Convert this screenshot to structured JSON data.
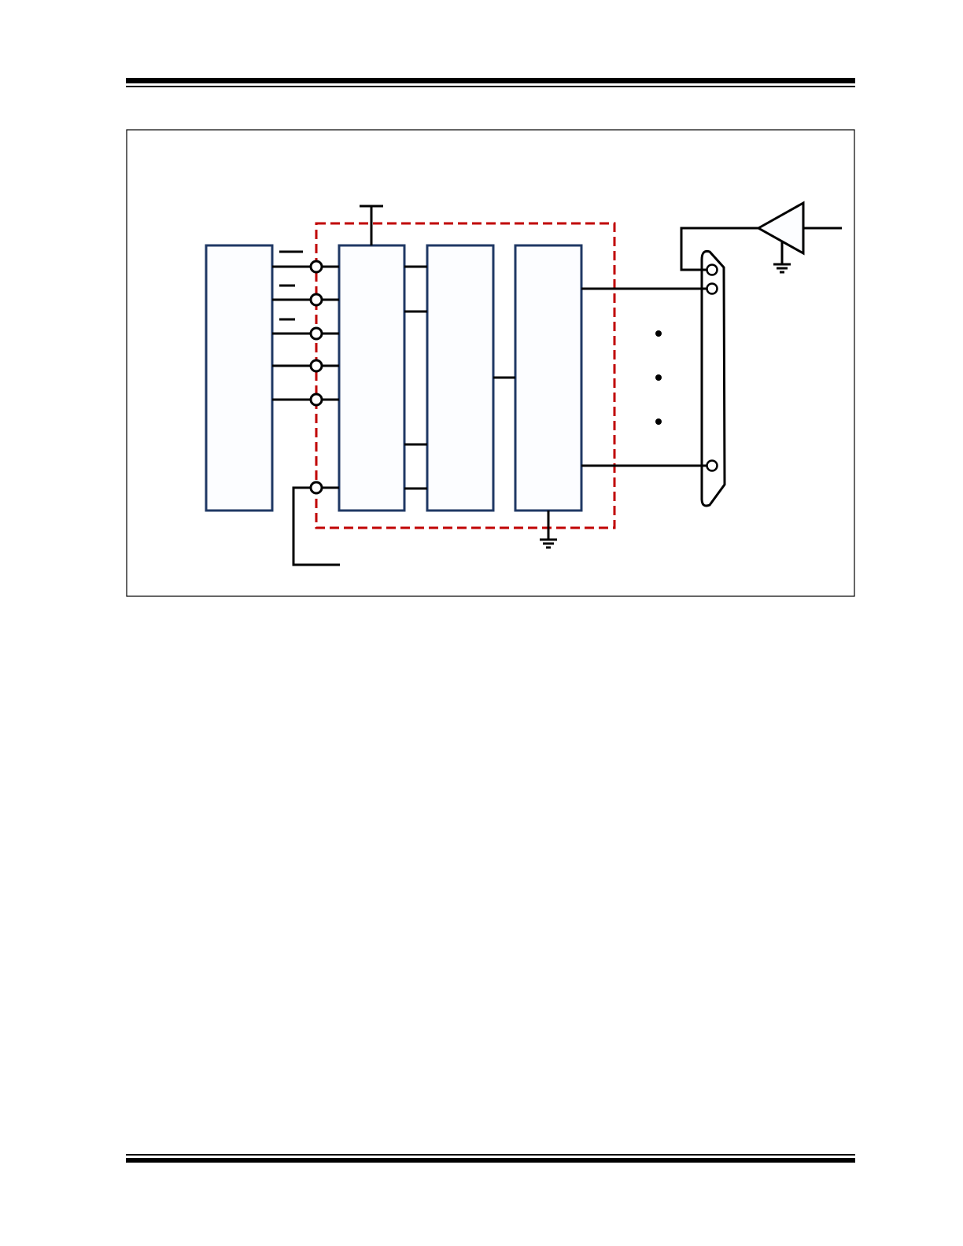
{
  "page": {
    "header_rules": [
      "thick",
      "thin"
    ],
    "footer_rules": [
      "thin",
      "thick"
    ]
  },
  "figure": {
    "type": "block-diagram",
    "colors": {
      "block_border": "#1F3864",
      "block_fill": "#FCFDFF",
      "wire": "#000000",
      "boundary_dashed": "#C00000",
      "frame": "#000000"
    },
    "blocks": [
      {
        "id": "host-controller",
        "label": ""
      },
      {
        "id": "interface-block",
        "label": ""
      },
      {
        "id": "middle-block",
        "label": ""
      },
      {
        "id": "output-driver-block",
        "label": ""
      }
    ],
    "input_pins": 6,
    "overbar_signals": 3,
    "connector_pins_shown": 3,
    "ellipsis_dots": 3,
    "symbols": [
      "supply-rail-icon",
      "ground-icon",
      "ground-icon",
      "amplifier-icon",
      "d-sub-connector-icon"
    ]
  }
}
